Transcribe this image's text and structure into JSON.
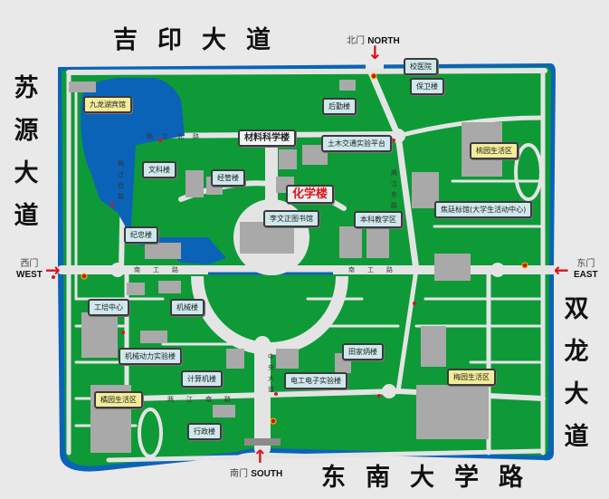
{
  "streets": {
    "north": "吉印大道",
    "west": "苏源大道",
    "east": "双龙大道",
    "south": "东南大学路"
  },
  "gates": [
    {
      "cn": "北门",
      "en": "NORTH"
    },
    {
      "cn": "西门",
      "en": "WEST"
    },
    {
      "cn": "东门",
      "en": "EAST"
    },
    {
      "cn": "南门",
      "en": "SOUTH"
    }
  ],
  "labels": [
    {
      "text": "九龙湖宾馆"
    },
    {
      "text": "后勤楼"
    },
    {
      "text": "材料科学楼"
    },
    {
      "text": "土木交通实验平台"
    },
    {
      "text": "校医院"
    },
    {
      "text": "保卫楼"
    },
    {
      "text": "文科楼"
    },
    {
      "text": "经管楼"
    },
    {
      "text": "化学楼"
    },
    {
      "text": "李文正图书馆"
    },
    {
      "text": "桃园生活区"
    },
    {
      "text": "本科教学区"
    },
    {
      "text": "焦廷标馆(大学生活动中心)"
    },
    {
      "text": "纪忠楼"
    },
    {
      "text": "工培中心"
    },
    {
      "text": "机械楼"
    },
    {
      "text": "机械动力实验楼"
    },
    {
      "text": "计算机楼"
    },
    {
      "text": "电工电子实验楼"
    },
    {
      "text": "田家炳楼"
    },
    {
      "text": "橘园生活区"
    },
    {
      "text": "梅园生活区"
    },
    {
      "text": "行政楼"
    }
  ],
  "roads": {
    "south_gong": "南工路",
    "liangjiang_north": "两江北路",
    "liangjiang_west": "两江西路",
    "liangjiang_south": "两江南路",
    "liangjiang_east": "两江东路",
    "central": "中央大道"
  },
  "colors": {
    "grass": "#0e9a37",
    "water": "#0b63b8",
    "road": "#e4e4e4",
    "building": "#a9a9a9",
    "gate_arrow": "#d8141c",
    "highlight": "#e4141b"
  }
}
